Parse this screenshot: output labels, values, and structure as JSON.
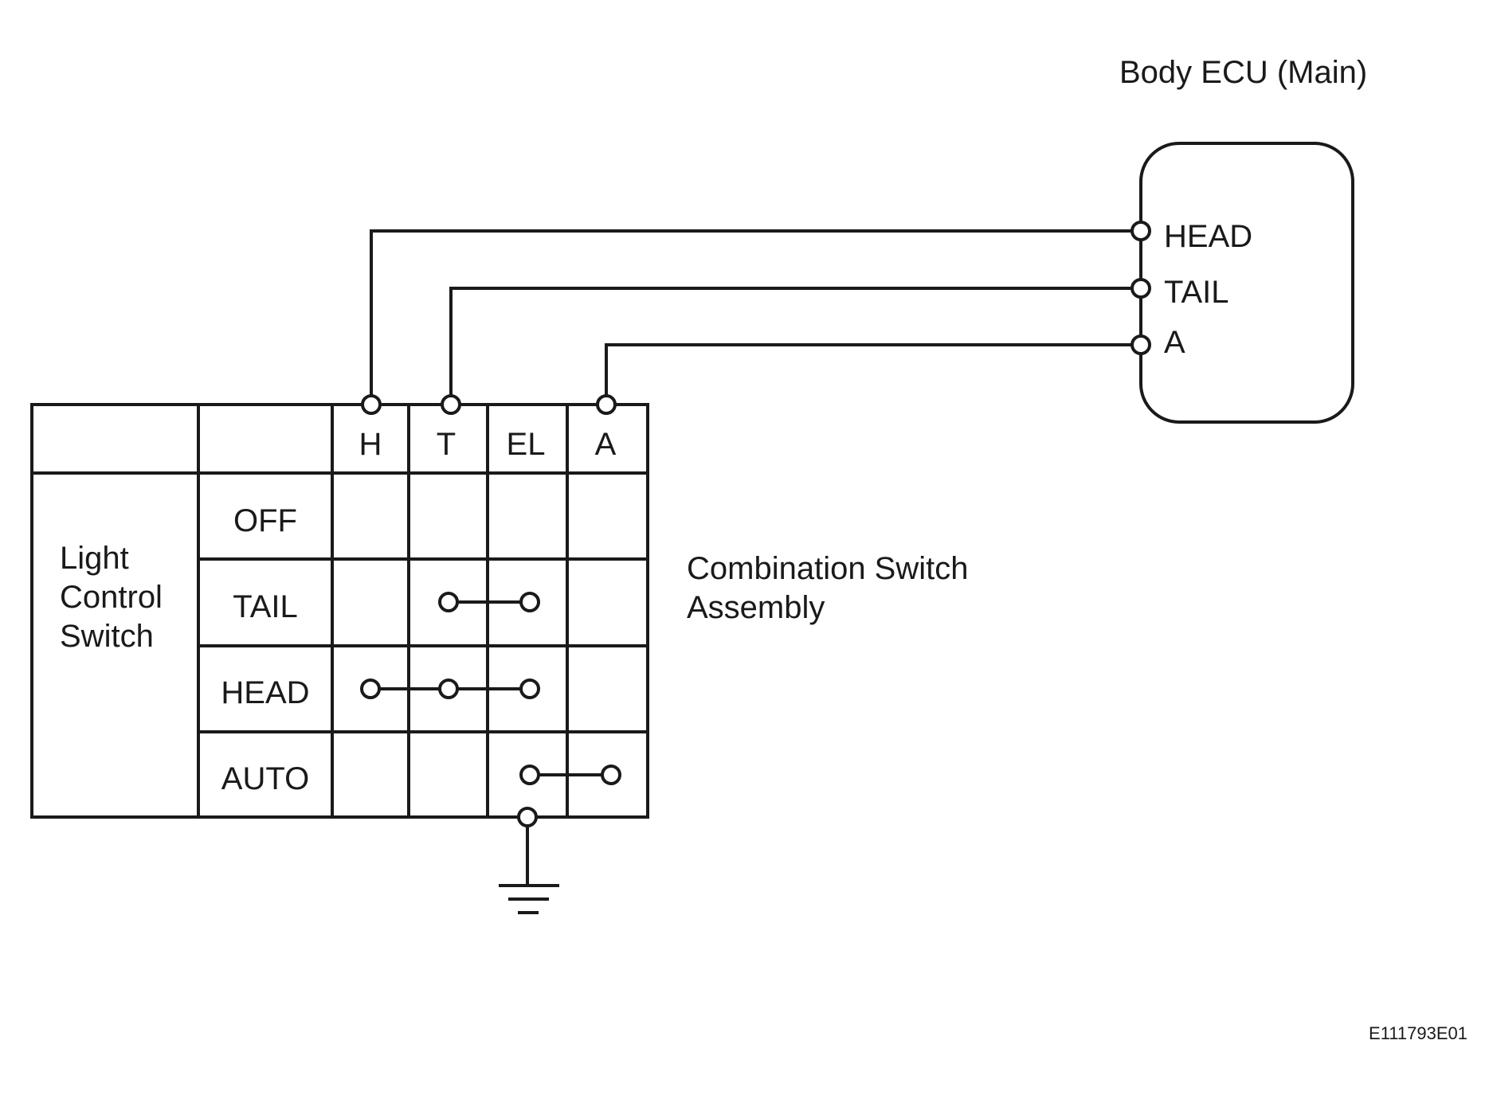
{
  "ecu": {
    "title": "Body ECU (Main)",
    "pins": [
      "HEAD",
      "TAIL",
      "A"
    ]
  },
  "switch": {
    "assembly_label_line1": "Combination Switch",
    "assembly_label_line2": "Assembly",
    "group_label_line1": "Light",
    "group_label_line2": "Control",
    "group_label_line3": "Switch",
    "columns": [
      "H",
      "T",
      "EL",
      "A"
    ],
    "rows": [
      {
        "label": "OFF",
        "connected": []
      },
      {
        "label": "TAIL",
        "connected": [
          "T",
          "EL"
        ]
      },
      {
        "label": "HEAD",
        "connected": [
          "H",
          "T",
          "EL"
        ]
      },
      {
        "label": "AUTO",
        "connected": [
          "EL",
          "A"
        ]
      }
    ]
  },
  "figure_id": "E111793E01"
}
